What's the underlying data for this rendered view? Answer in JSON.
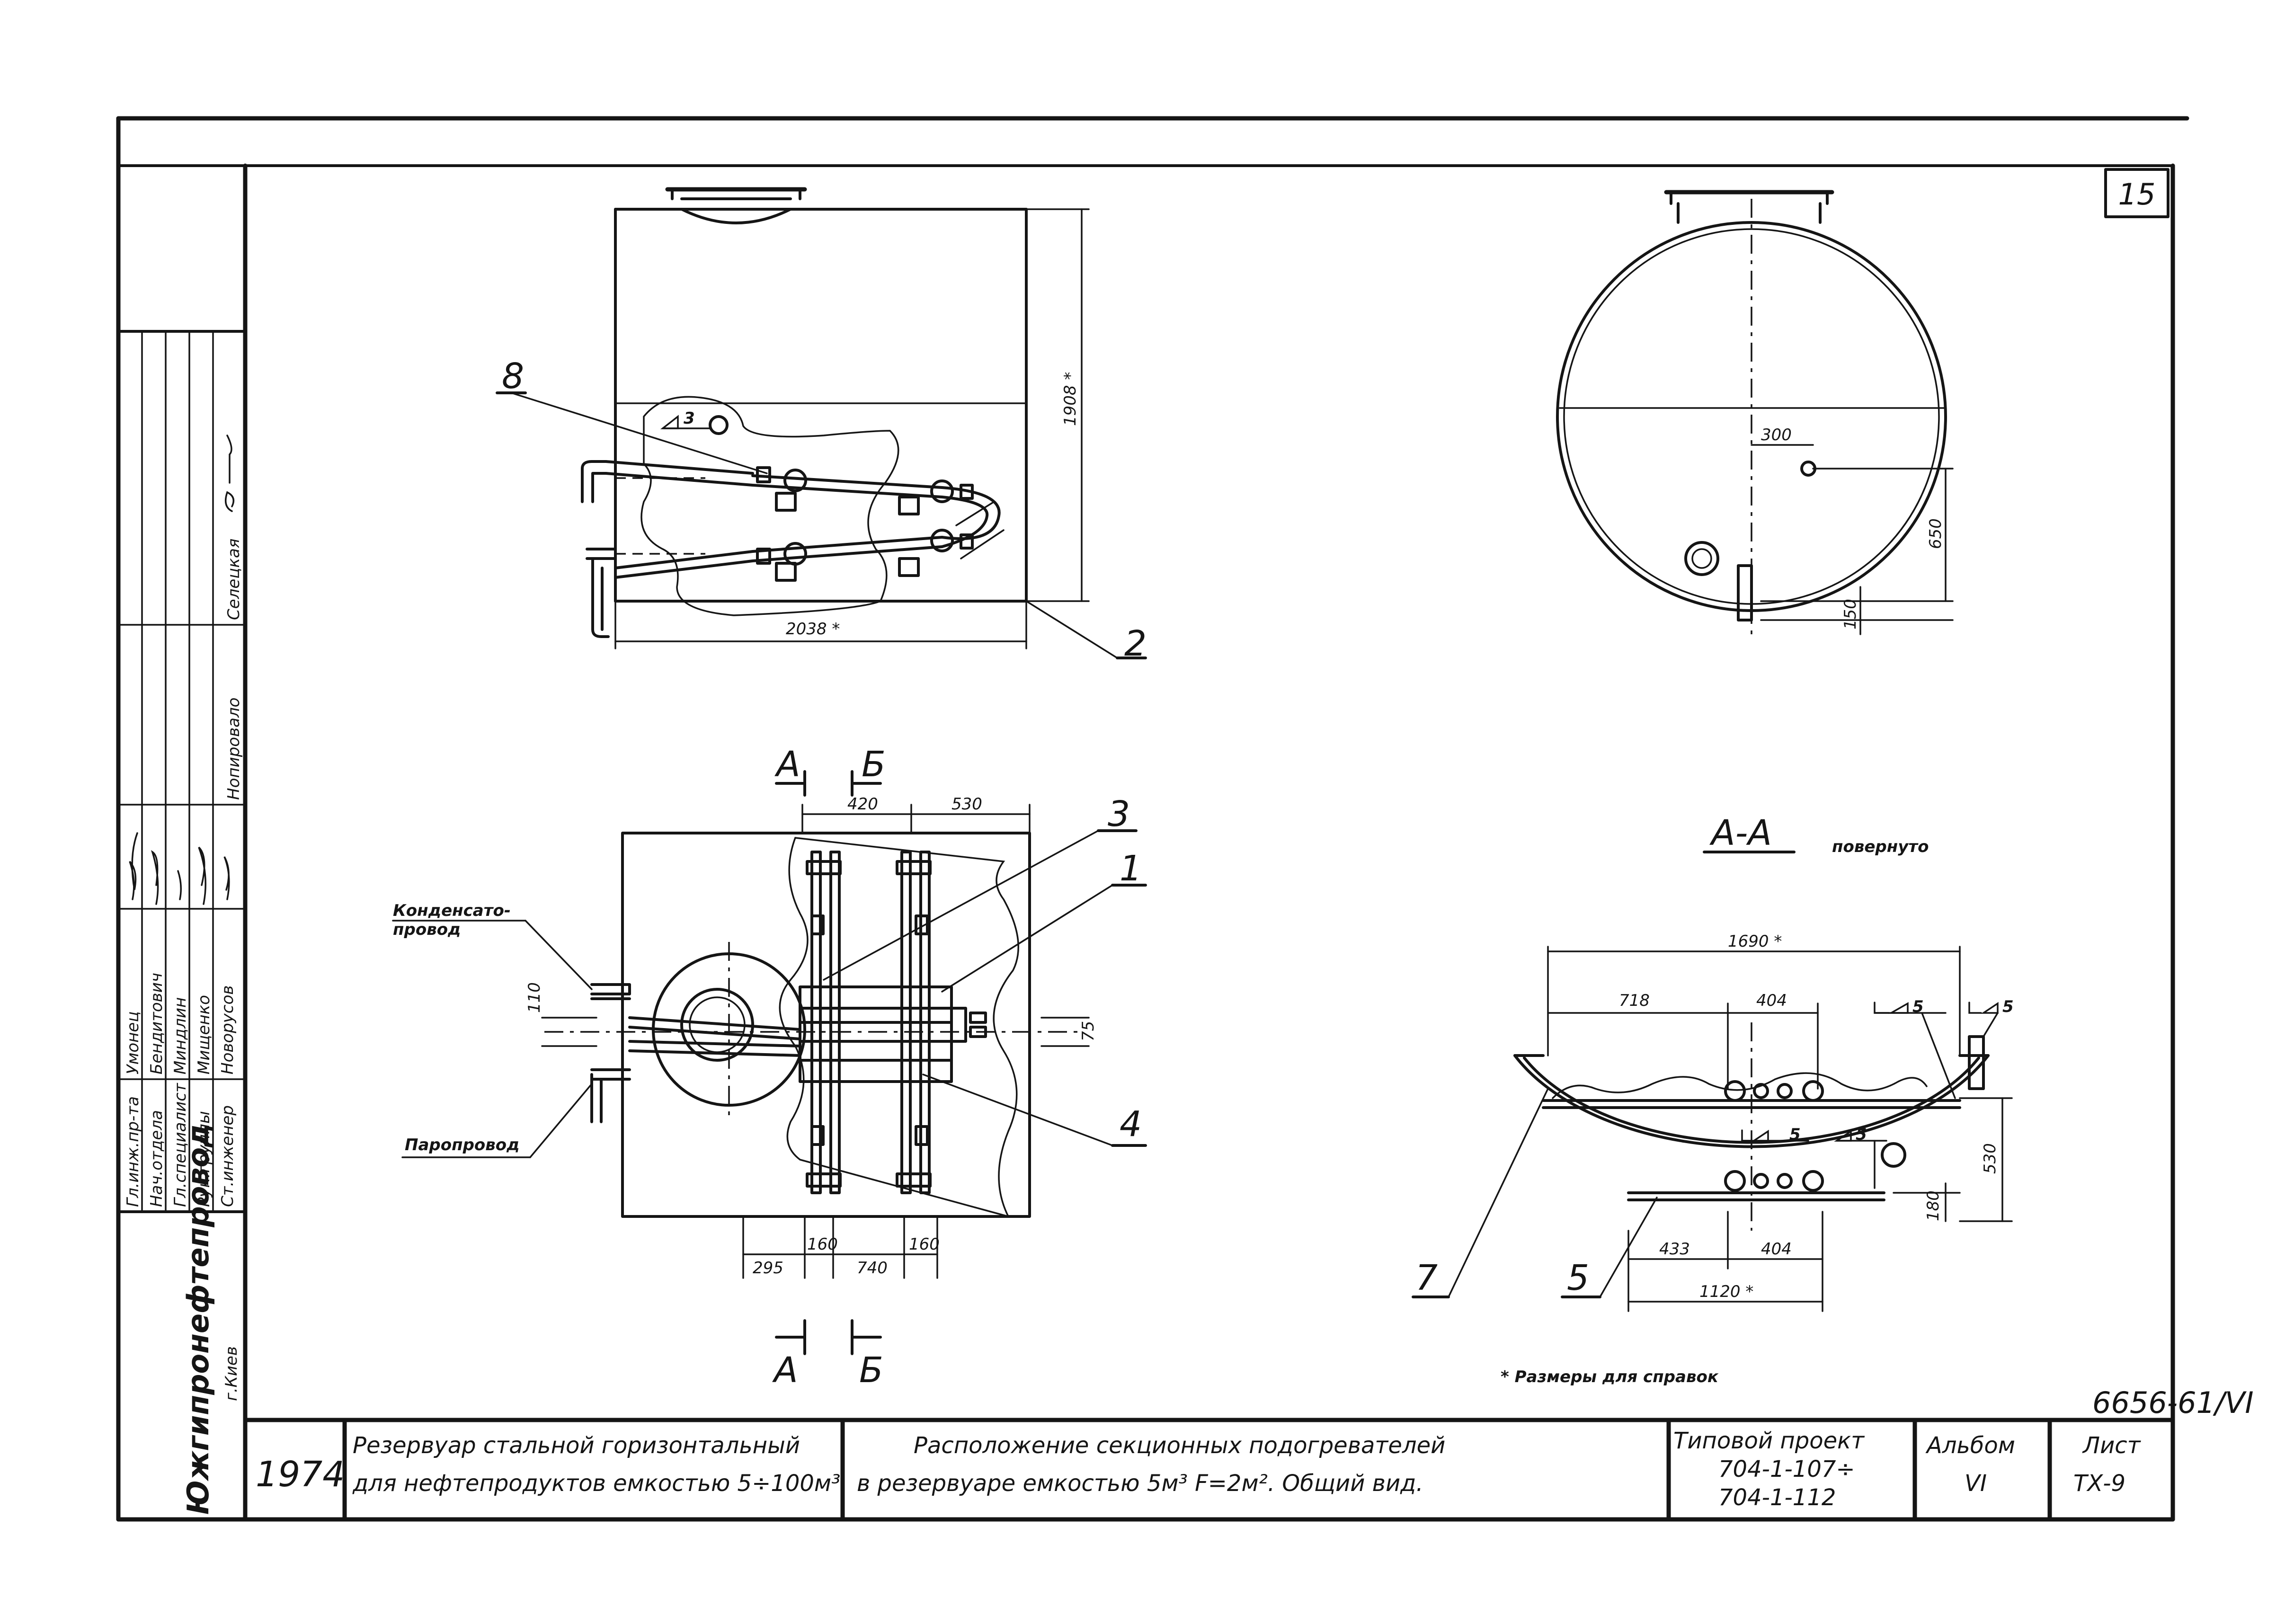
{
  "sheet": {
    "number": "15",
    "archive_code": "6656-61/VI",
    "footnote": "* Размеры для справок",
    "colors": {
      "ink": "#151515",
      "paper": "#ffffff"
    }
  },
  "callouts": {
    "c1": "1",
    "c2": "2",
    "c3": "3",
    "c4": "4",
    "c5": "5",
    "c7": "7",
    "c8": "8"
  },
  "side_view": {
    "dim_length": "2038 *",
    "dim_height": "1908 *",
    "weld_mark": "3"
  },
  "plan_view": {
    "cut_a": "А",
    "cut_b": "Б",
    "dims": {
      "d420": "420",
      "d530": "530",
      "d110": "110",
      "d75": "75",
      "d295": "295",
      "d160a": "160",
      "d740": "740",
      "d160b": "160"
    },
    "label_condensate_1": "Конденсато-",
    "label_condensate_2": "провод",
    "label_steam": "Паропровод"
  },
  "end_view": {
    "dims": {
      "d300": "300",
      "d650": "650",
      "d150": "150"
    }
  },
  "section_aa": {
    "title": "А-А",
    "note": "повернуто",
    "dims": {
      "d1690": "1690 *",
      "d718": "718",
      "d404top": "404",
      "d530": "530",
      "d180": "180",
      "d433": "433",
      "d404bot": "404",
      "d1120": "1120 *"
    },
    "welds": {
      "w1": "5",
      "w2": "5",
      "w3": "5",
      "w4": "5"
    }
  },
  "signatures": {
    "rows": [
      {
        "role": "Гл.инж.пр-та",
        "name": "Умонец"
      },
      {
        "role": "Нач.отдела",
        "name": "Бендитович"
      },
      {
        "role": "Гл.специалист",
        "name": "Миндлин"
      },
      {
        "role": "Рук.группы",
        "name": "Мищенко"
      },
      {
        "role": "Ст.инженер",
        "name": "Новорусов"
      }
    ],
    "stage_1": "Нопировало",
    "stage_2": "Селецкая",
    "organization": "Южгипронефтепровод",
    "city": "г.Киев"
  },
  "title_block": {
    "year": "1974",
    "object_1": "Резервуар стальной горизонтальный",
    "object_2": "для нефтепродуктов емкостью 5÷100м³",
    "sheet_title_1": "Расположение секционных подогревателей",
    "sheet_title_2": "в резервуаре емкостью 5м³ F=2м². Общий вид.",
    "project_label": "Типовой проект",
    "project_no_1": "704-1-107÷",
    "project_no_2": "704-1-112",
    "album_label": "Альбом",
    "album_value": "VI",
    "sheet_label": "Лист",
    "sheet_value": "ТХ-9"
  }
}
